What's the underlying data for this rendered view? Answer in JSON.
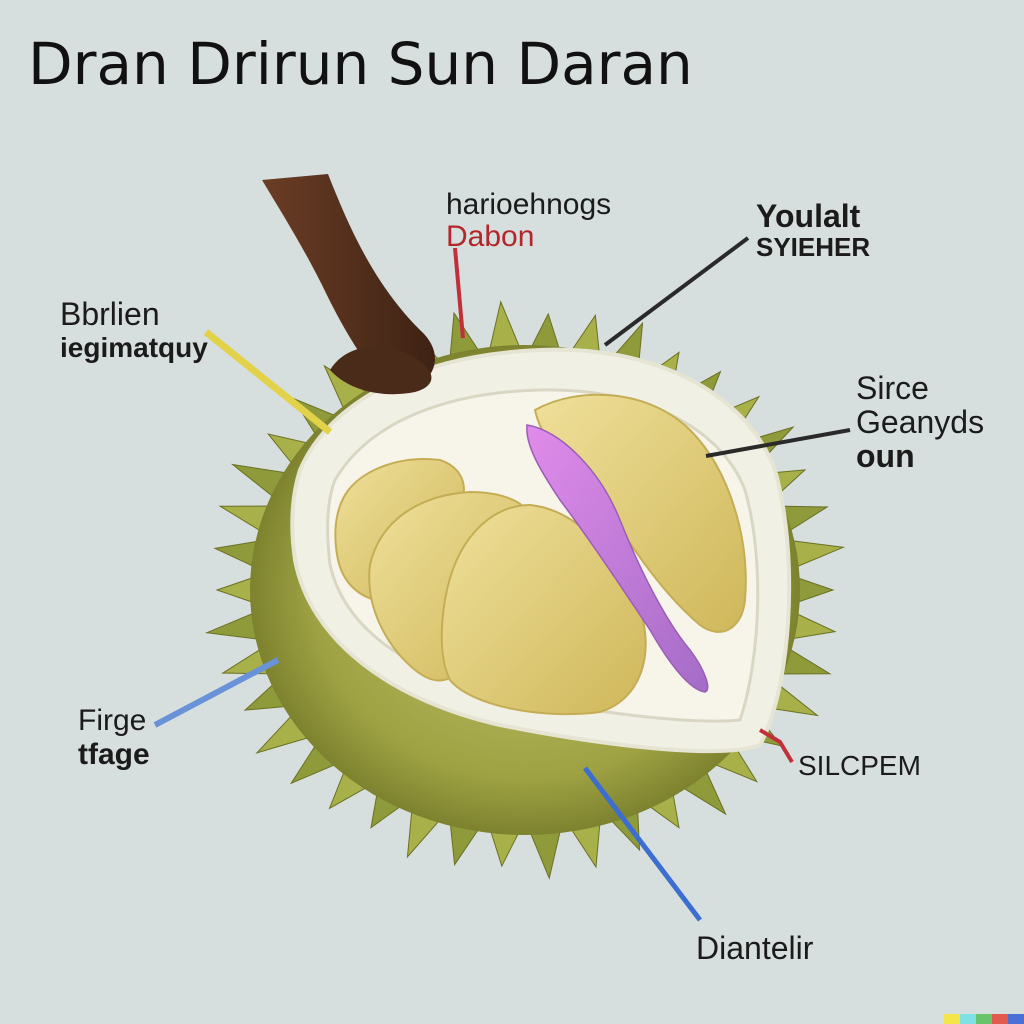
{
  "title": "Dran Drirun Sun Daran",
  "labels": {
    "top_center": {
      "line1": "harioehnogs",
      "line2": "Dabon"
    },
    "top_right": {
      "line1": "Youlalt",
      "line2": "SYIEHER"
    },
    "left_upper": {
      "line1": "Bbrlien",
      "line2": "iegimatquy"
    },
    "right_mid": {
      "line1": "Sirce",
      "line2": "Geanyds",
      "line3": "oun"
    },
    "left_lower": {
      "line1": "Firge",
      "line2": "tfage"
    },
    "right_lower": {
      "line1": "SILCPEM"
    },
    "bottom": {
      "line1": "Diantelir"
    }
  },
  "colors": {
    "background": "#d6dfdd",
    "rind": "#8f9a3a",
    "spike": "#a8b04a",
    "stem": "#5a3220",
    "pith": "#f1f0e4",
    "flesh": "#e7d57e",
    "seed": "#c97ad6",
    "line_red": "#c0303a",
    "line_dark": "#2a2a2a",
    "line_yellow": "#e2d24a",
    "line_blue": "#6a92d8"
  },
  "color_strip": [
    "#f4e64a",
    "#7fe0e6",
    "#69c36b",
    "#e25a4e",
    "#4a6fd6"
  ]
}
